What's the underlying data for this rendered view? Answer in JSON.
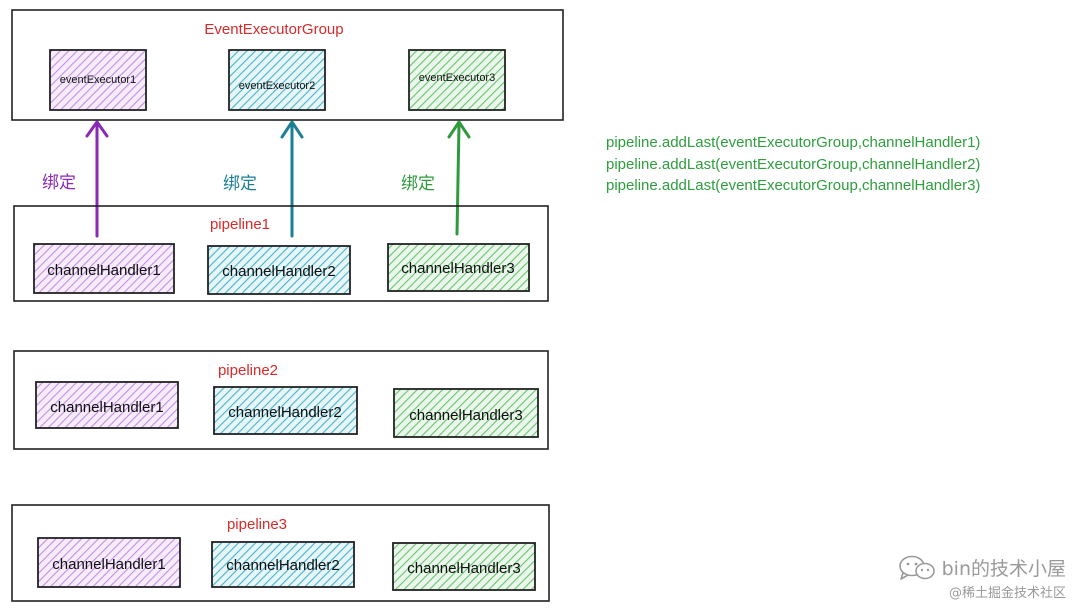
{
  "executor_group": {
    "title": "EventExecutorGroup",
    "executors": [
      {
        "label": "eventExecutor1",
        "color": "#c58ee0"
      },
      {
        "label": "eventExecutor2",
        "color": "#4bb3c9"
      },
      {
        "label": "eventExecutor3",
        "color": "#68c46e"
      }
    ]
  },
  "bind_label": "绑定",
  "arrow_colors": [
    "#8a2ab5",
    "#1c7f96",
    "#2f9a3e"
  ],
  "pipelines": [
    {
      "title": "pipeline1",
      "handlers": [
        "channelHandler1",
        "channelHandler2",
        "channelHandler3"
      ]
    },
    {
      "title": "pipeline2",
      "handlers": [
        "channelHandler1",
        "channelHandler2",
        "channelHandler3"
      ]
    },
    {
      "title": "pipeline3",
      "handlers": [
        "channelHandler1",
        "channelHandler2",
        "channelHandler3"
      ]
    }
  ],
  "handler_colors": [
    "#c58ee0",
    "#4bb3c9",
    "#68c46e"
  ],
  "code_lines": [
    "pipeline.addLast(eventExecutorGroup,channelHandler1)",
    "pipeline.addLast(eventExecutorGroup,channelHandler2)",
    "pipeline.addLast(eventExecutorGroup,channelHandler3)"
  ],
  "watermark": {
    "icon": "wechat-icon",
    "main": "bin的技术小屋",
    "sub": "@稀土掘金技术社区"
  }
}
